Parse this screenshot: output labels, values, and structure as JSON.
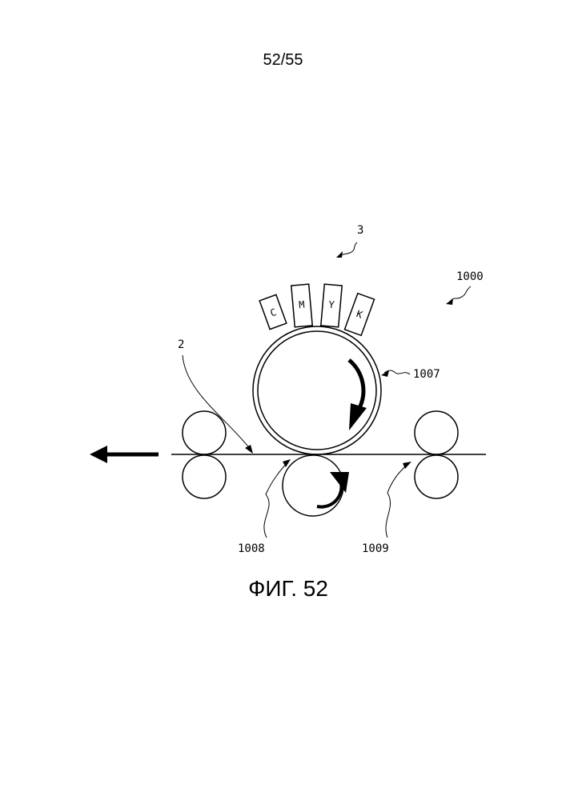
{
  "header": {
    "page_number": "52/55"
  },
  "figure": {
    "caption": "ФИГ. 52",
    "labels": {
      "ink_head_unit": "3",
      "apparatus": "1000",
      "medium": "2",
      "drum": "1007",
      "pressure_roller": "1008",
      "transport_rollers": "1009"
    },
    "ink_heads": [
      "C",
      "M",
      "Y",
      "K"
    ]
  }
}
